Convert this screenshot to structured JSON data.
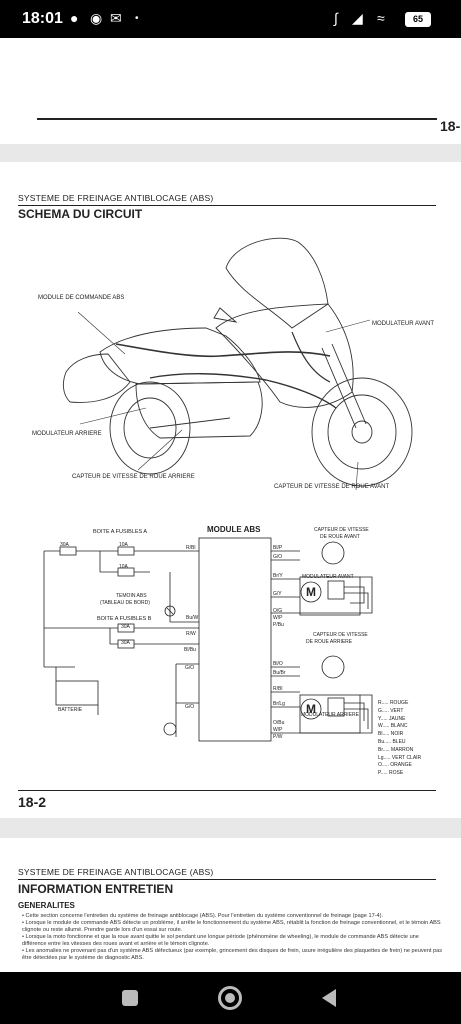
{
  "status": {
    "time": "18:01",
    "battery": "65"
  },
  "page_top": {
    "page_number": "18-"
  },
  "page_main": {
    "section_header": "SYSTEME DE FREINAGE ANTIBLOCAGE (ABS)",
    "title": "SCHEMA DU CIRCUIT",
    "page_number": "18-2",
    "callouts": {
      "module": "MODULE DE COMMANDE ABS",
      "mod_avant": "MODULATEUR AVANT",
      "mod_arriere": "MODULATEUR ARRIERE",
      "capt_arriere": "CAPTEUR DE VITESSE DE ROUE ARRIERE",
      "capt_avant": "CAPTEUR DE VITESSE DE ROUE AVANT"
    },
    "circuit": {
      "module_abs": "MODULE ABS",
      "boite_a": "BOITE A FUSIBLES A",
      "boite_b": "BOITE A FUSIBLES B",
      "fuse_30a": "30A",
      "fuse_10a_1": "10A",
      "fuse_10a_2": "10A",
      "fuse_30a_b1": "30A",
      "fuse_30a_b2": "30A",
      "temoin_1": "TEMOIN ABS",
      "temoin_2": "(TABLEAU DE BORD)",
      "batterie": "BATTERIE",
      "capt_av_1": "CAPTEUR DE VITESSE",
      "capt_av_2": "DE ROUE AVANT",
      "capt_ar_1": "CAPTEUR DE VITESSE",
      "capt_ar_2": "DE ROUE ARRIERE",
      "mod_avant": "MODULATEUR AVANT",
      "mod_arriere": "MODULATEUR ARRIERE",
      "m": "M",
      "wires_left": [
        "R/Bl",
        "Bu/W",
        "R/W",
        "Bl/Bu",
        "G/O",
        "G/O"
      ],
      "wires_right": [
        "Bl/P",
        "G/O",
        "Br/Y",
        "G/Y",
        "O/G",
        "W/P",
        "P/Bu",
        "Bl/O",
        "Bu/Br",
        "R/Bl",
        "Br/Lg",
        "O/Bu",
        "W/P",
        "P/W"
      ]
    },
    "legend": [
      "R..... ROUGE",
      "G..... VERT",
      "Y..... JAUNE",
      "W..... BLANC",
      "Bl..... NOIR",
      "Bu..... BLEU",
      "Br..... MARRON",
      "Lg..... VERT CLAIR",
      "O..... ORANGE",
      "P..... ROSE"
    ]
  },
  "page_next": {
    "section_header": "SYSTEME DE FREINAGE ANTIBLOCAGE (ABS)",
    "title": "INFORMATION ENTRETIEN",
    "subtitle": "GENERALITES",
    "bullets": [
      "Cette section concerne l'entretien du système de freinage antiblocage (ABS). Pour l'entretien du système conventionnel de freinage (page 17-4).",
      "Lorsque le module de commande ABS détecte un problème, il arrête le fonctionnement du système ABS, rétablit la fonction de freinage conventionnel, et le témoin ABS clignote ou reste allumé. Prendre garde lors d'un essai sur route.",
      "Lorsque la moto fonctionne et que la roue avant quitte le sol pendant une longue période (phénomène de wheeling), le module de commande ABS détecte une différence entre les vitesses des roues avant et arrière et le témoin clignote.",
      "Les anomalies ne provenant pas d'un système ABS défectueux (par exemple, grincement des disques de frein, usure irrégulière des plaquettes de frein) ne peuvent pas être détectées par le système de diagnostic ABS."
    ]
  }
}
